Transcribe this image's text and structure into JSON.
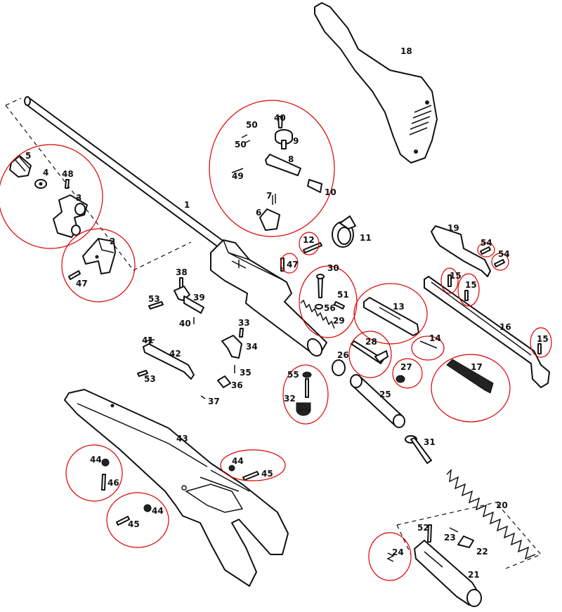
{
  "labels": {
    "p1": "1",
    "p2": "2",
    "p3": "3",
    "p4": "4",
    "p5": "5",
    "p6": "6",
    "p7": "7",
    "p8": "8",
    "p9": "9",
    "p10": "10",
    "p11": "11",
    "p12": "12",
    "p13": "13",
    "p14": "14",
    "p15a": "15",
    "p15b": "15",
    "p15c": "15",
    "p16": "16",
    "p17": "17",
    "p18": "18",
    "p19": "19",
    "p20": "20",
    "p21": "21",
    "p22": "22",
    "p23": "23",
    "p24": "24",
    "p25": "25",
    "p26": "26",
    "p27": "27",
    "p28": "28",
    "p29": "29",
    "p30": "30",
    "p31": "31",
    "p32": "32",
    "p33": "33",
    "p34": "34",
    "p35": "35",
    "p36": "36",
    "p37": "37",
    "p38": "38",
    "p39": "39",
    "p40a": "40",
    "p40b": "40",
    "p41": "41",
    "p42": "42",
    "p43": "43",
    "p44a": "44",
    "p44b": "44",
    "p44c": "44",
    "p45a": "45",
    "p45b": "45",
    "p46": "46",
    "p47a": "47",
    "p47b": "47",
    "p48": "48",
    "p49": "49",
    "p50a": "50",
    "p50b": "50",
    "p51": "51",
    "p52": "52",
    "p53a": "53",
    "p53b": "53",
    "p54a": "54",
    "p54b": "54",
    "p55": "55",
    "p56": "56"
  },
  "colors": {
    "ink": "#111111",
    "highlight_ring": "#dd0000",
    "background": "#ffffff"
  }
}
